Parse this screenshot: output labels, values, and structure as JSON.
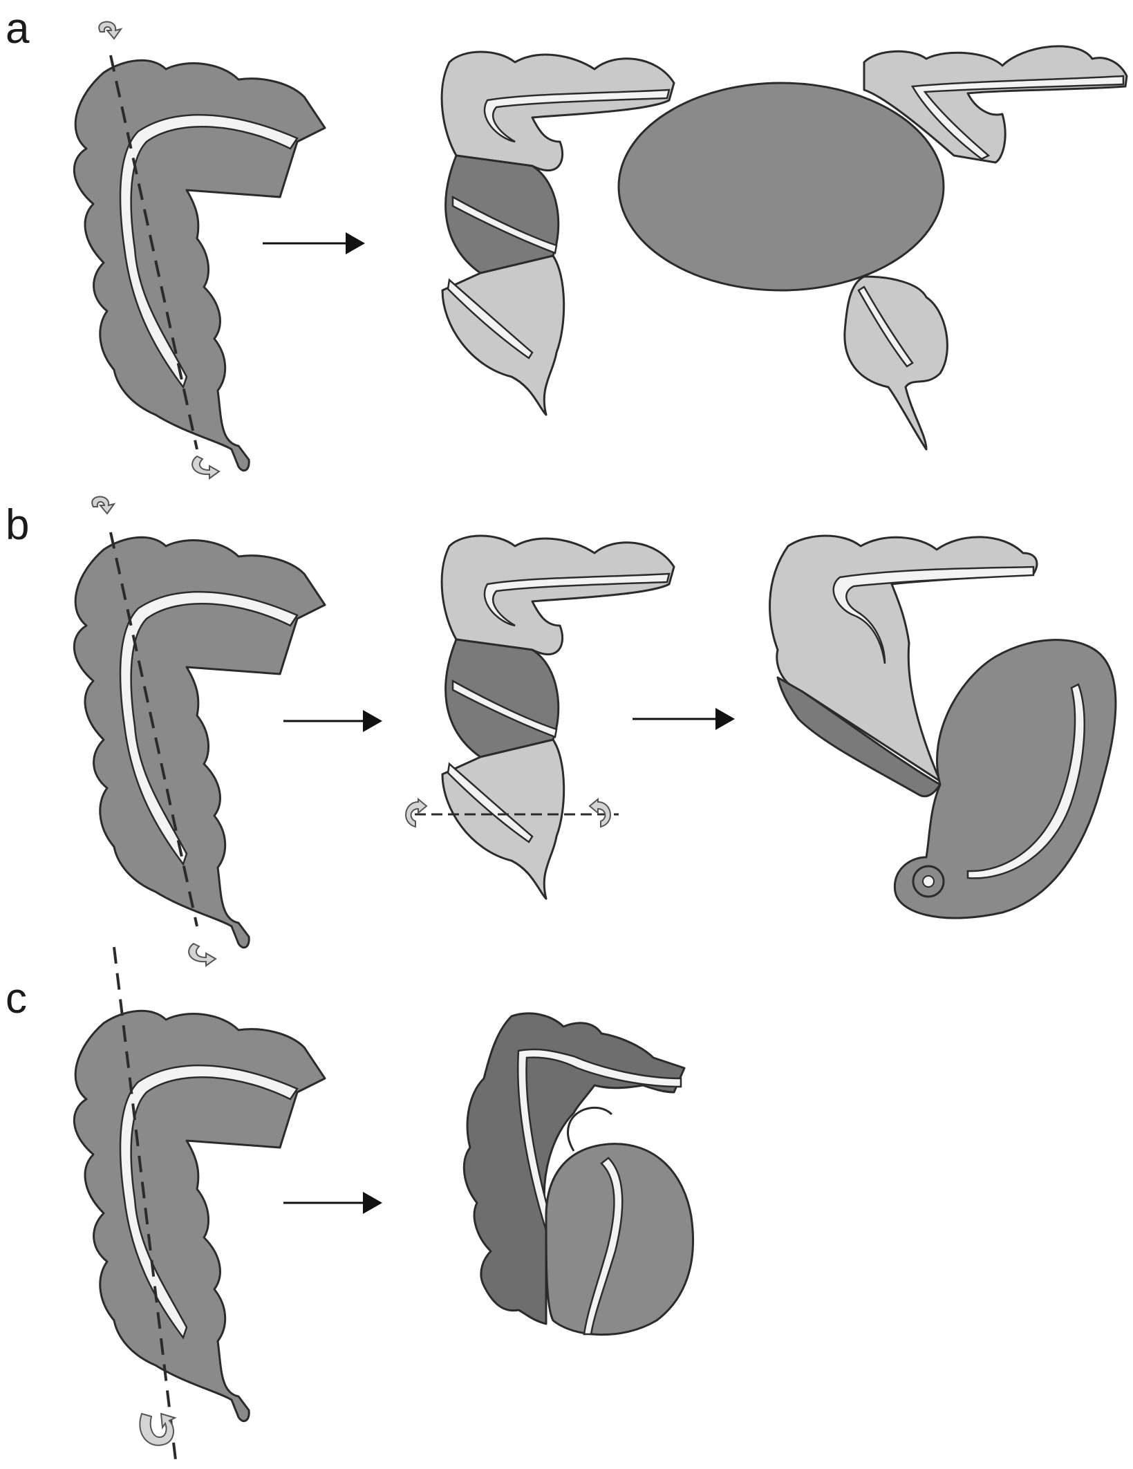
{
  "panels": [
    {
      "id": "a",
      "label": "a"
    },
    {
      "id": "b",
      "label": "b"
    },
    {
      "id": "c",
      "label": "c"
    }
  ],
  "colors": {
    "dark": "#8a8a8a",
    "light": "#c9c9c9",
    "mid": "#7a7a7a",
    "band": "#f3f3f3",
    "arrow": "#111111",
    "rotation_arrow": "#d4d4d4"
  },
  "icons": [
    "rotation-arrow-icon",
    "process-arrow-icon"
  ]
}
